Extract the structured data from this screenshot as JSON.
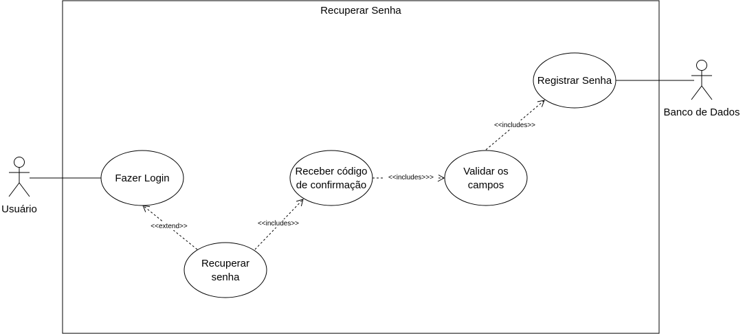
{
  "system_boundary": {
    "title": "Recuperar Senha"
  },
  "actors": {
    "usuario": {
      "name": "Usuário"
    },
    "banco": {
      "name": "Banco de Dados"
    }
  },
  "use_cases": {
    "fazer_login": {
      "lines": [
        "Fazer Login"
      ]
    },
    "receber_codigo": {
      "lines": [
        "Receber código",
        "de confirmação"
      ]
    },
    "validar_campos": {
      "lines": [
        "Validar os",
        "campos"
      ]
    },
    "registrar_senha": {
      "lines": [
        "Registrar Senha"
      ]
    },
    "recuperar_senha": {
      "lines": [
        "Recuperar",
        "senha"
      ]
    }
  },
  "relationships": {
    "extend": {
      "label": "<<extend>>"
    },
    "includes_receber": {
      "label": "<<includes>>"
    },
    "includes_validar": {
      "label": "<<includes>>>"
    },
    "includes_registrar": {
      "label": "<<includes>>"
    }
  },
  "colors": {
    "stroke": "#000000",
    "fill": "#ffffff"
  }
}
